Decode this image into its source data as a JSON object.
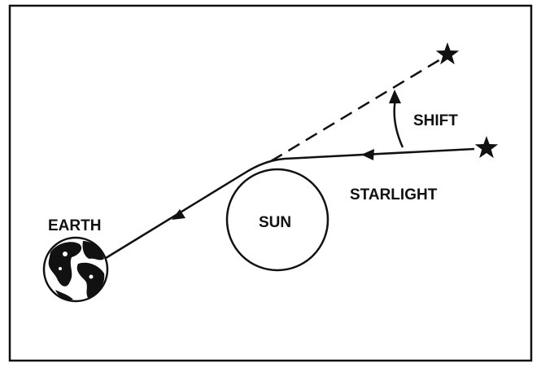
{
  "labels": {
    "earth": "EARTH",
    "sun": "SUN",
    "shift": "SHIFT",
    "starlight": "STARLIGHT"
  },
  "colors": {
    "ink": "#111111",
    "background": "#ffffff"
  },
  "icons": {
    "earth": "globe-icon",
    "star_apparent": "star-icon",
    "star_actual": "star-icon"
  }
}
